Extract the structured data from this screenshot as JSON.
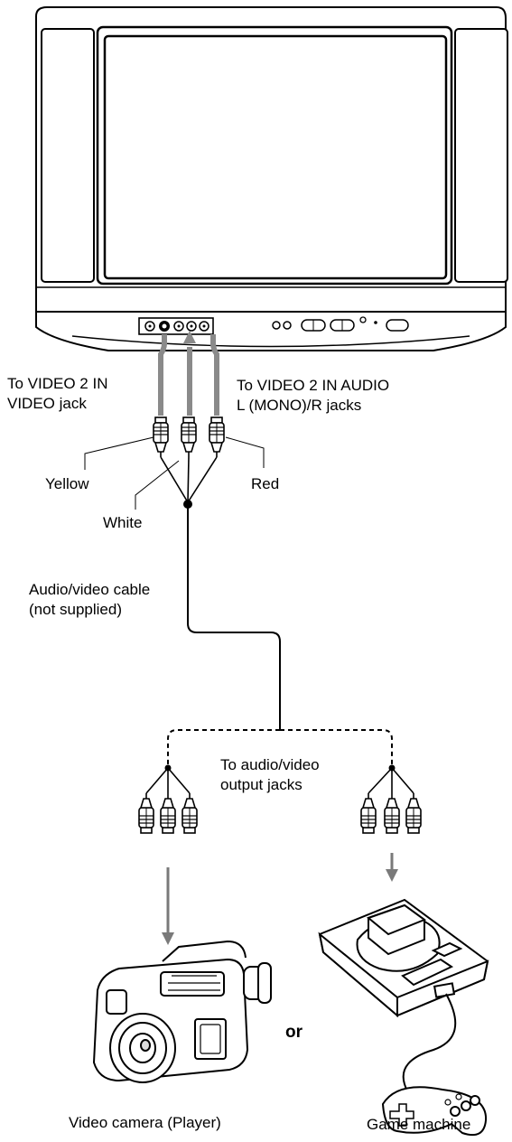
{
  "labels": {
    "video_jack": "To VIDEO 2 IN\nVIDEO jack",
    "audio_jacks": "To VIDEO 2 IN AUDIO\nL (MONO)/R jacks",
    "yellow": "Yellow",
    "white": "White",
    "red": "Red",
    "cable": "Audio/video cable\n(not supplied)",
    "output_jacks": "To audio/video\noutput jacks",
    "or": "or",
    "camera": "Video camera (Player)",
    "game": "Game machine"
  },
  "colors": {
    "line": "#000000",
    "cable_gray": "#8a8a8a",
    "arrow_gray": "#7a7a7a",
    "screen_fill": "#ffffff"
  },
  "icons": [
    "tv-icon",
    "video-camera-icon",
    "game-console-icon",
    "gamepad-icon",
    "rca-plug-icon"
  ]
}
